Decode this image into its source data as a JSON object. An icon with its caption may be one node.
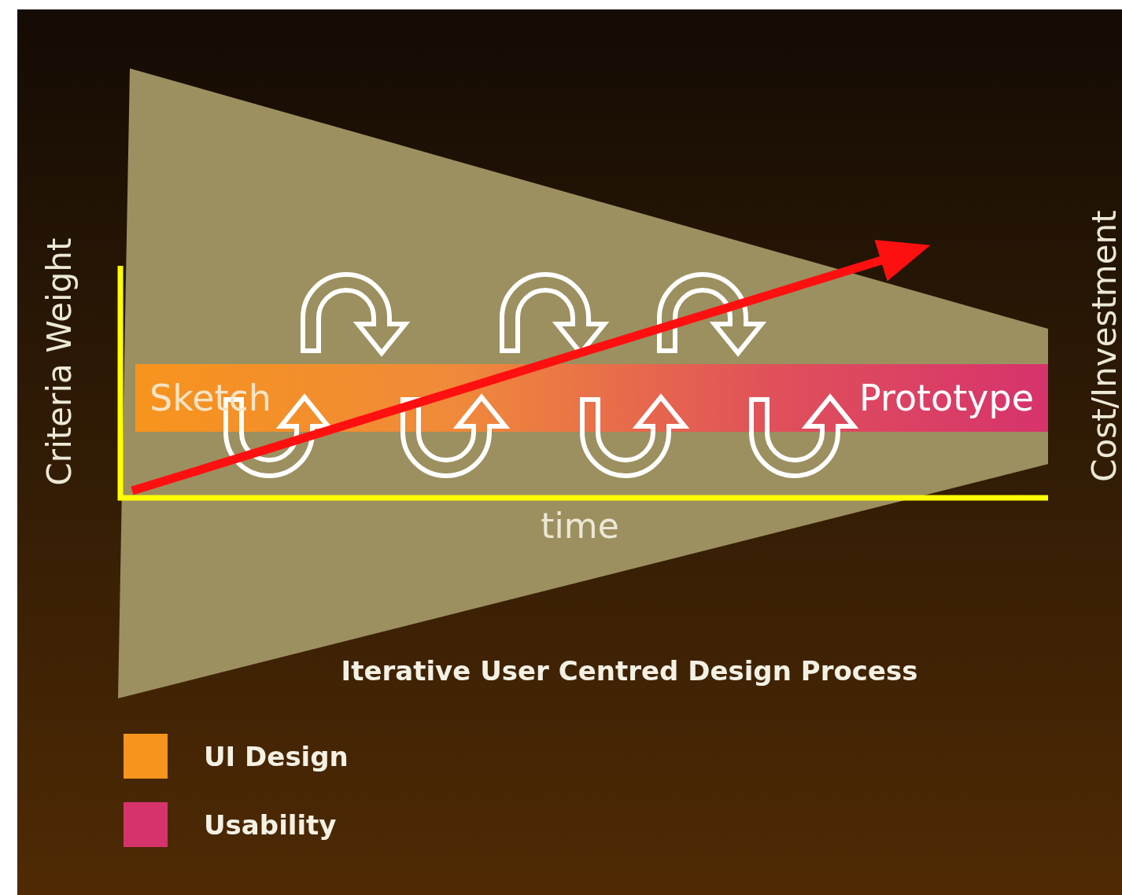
{
  "diagram": {
    "caption": "Iterative User Centred Design Process",
    "nodes": [
      {
        "text": [
          "Sketch",
          "Prototype"
        ]
      }
    ],
    "labels": [
      "Criteria Weight",
      "Cost/Investment",
      "time"
    ],
    "legend": [
      {
        "text": "UI Design",
        "color": "#f7941d"
      },
      {
        "text": "Usability",
        "color": "#d6336c"
      }
    ]
  }
}
